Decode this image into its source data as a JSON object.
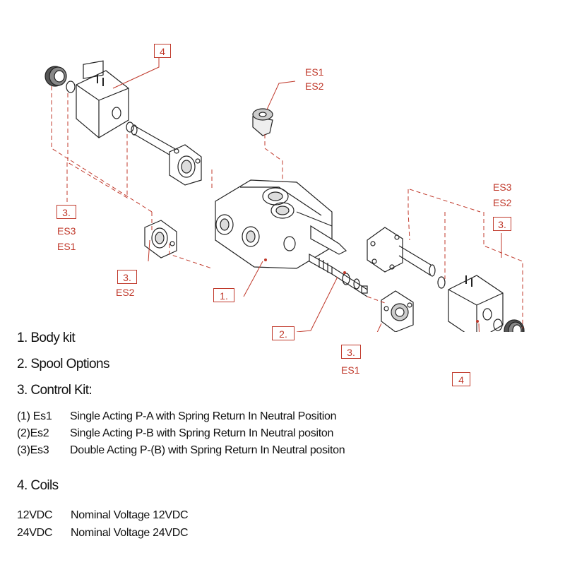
{
  "diagram": {
    "callouts": {
      "c4_left": "4",
      "c3_left": "3.",
      "c3_mid": "3.",
      "c1": "1.",
      "c2": "2.",
      "c3_bottom": "3.",
      "c3_right": "3.",
      "c4_right": "4"
    },
    "labels": {
      "es1_top": "ES1",
      "es2_top": "ES2",
      "es3_left": "ES3",
      "es1_left": "ES1",
      "es2_mid": "ES2",
      "es3_right": "ES3",
      "es2_right": "ES2",
      "es1_bottom": "ES1"
    },
    "colors": {
      "accent": "#c0392b",
      "line": "#222222"
    }
  },
  "legend": {
    "item1": "1. Body kit",
    "item2": "2. Spool Options",
    "item3": "3. Control Kit:",
    "control_options": [
      {
        "code": "(1) Es1",
        "desc": "Single Acting P-A with Spring Return In Neutral Position"
      },
      {
        "code": "(2)Es2",
        "desc": "Single Acting P-B with Spring Return In Neutral positon"
      },
      {
        "code": "(3)Es3",
        "desc": "Double Acting P-(B) with Spring Return In Neutral positon"
      }
    ],
    "item4": "4.  Coils",
    "coils": [
      {
        "code": "12VDC",
        "desc": "Nominal Voltage  12VDC"
      },
      {
        "code": "24VDC",
        "desc": "Nominal Voltage  24VDC"
      }
    ]
  }
}
